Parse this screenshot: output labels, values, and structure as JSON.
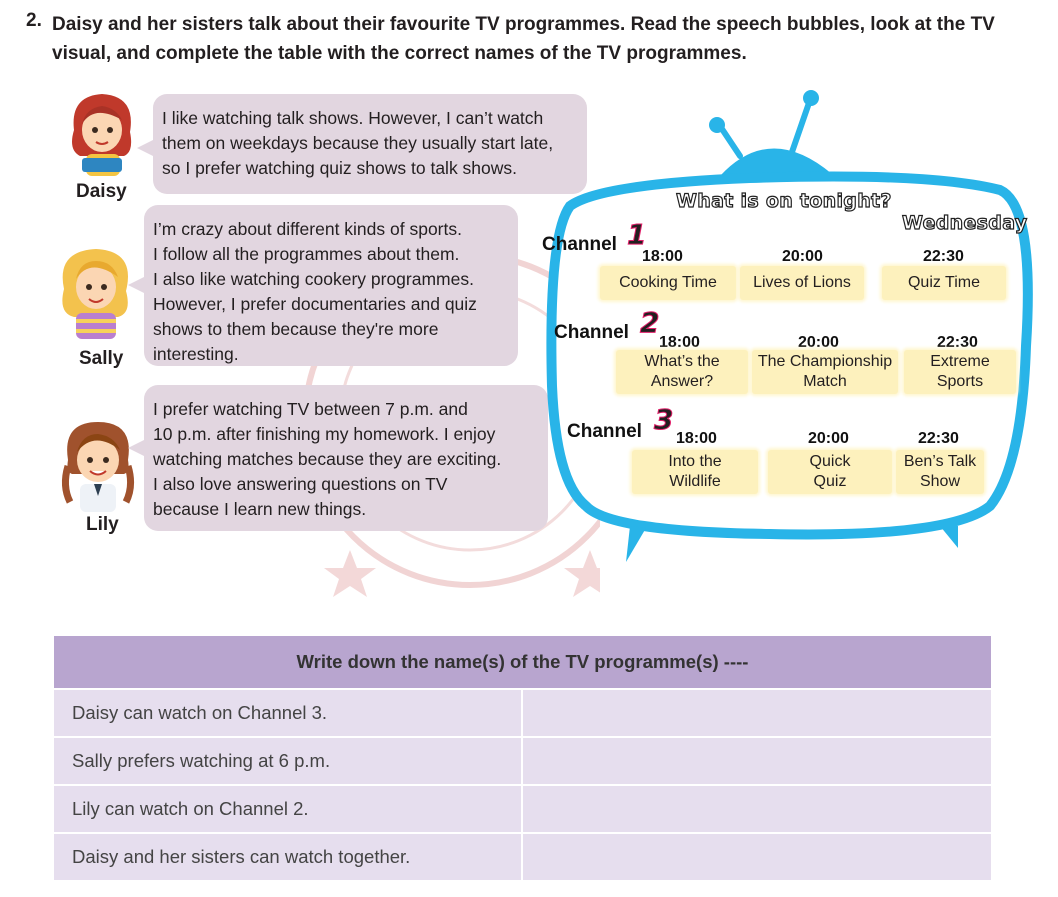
{
  "question": {
    "number": "2.",
    "text": "Daisy and her sisters talk about their favourite TV programmes. Read the speech bubbles, look at the TV visual, and complete the table with the correct names of the TV programmes."
  },
  "kids": [
    {
      "name": "Daisy",
      "lines": [
        "I like watching talk shows. However, I can’t watch",
        "them on weekdays because they usually start late,",
        "so I prefer watching quiz shows to talk shows."
      ]
    },
    {
      "name": "Sally",
      "lines": [
        "I’m crazy about different kinds of sports.",
        "I follow all the programmes about them.",
        "I also like watching cookery programmes.",
        "However, I prefer documentaries and quiz",
        "shows to them because they're more",
        "interesting."
      ]
    },
    {
      "name": "Lily",
      "lines": [
        "I prefer watching TV between 7 p.m. and",
        "10 p.m. after finishing my homework. I enjoy",
        "watching matches because they are exciting.",
        "I also love answering questions on TV",
        "because I learn new things."
      ]
    }
  ],
  "tv": {
    "title": "What is on tonight?",
    "day": "Wednesday",
    "channel_label": "Channel",
    "channels": [
      {
        "number": "1",
        "times": [
          "18:00",
          "20:00",
          "22:30"
        ],
        "programmes": [
          "Cooking Time",
          "Lives of Lions",
          "Quiz Time"
        ]
      },
      {
        "number": "2",
        "times": [
          "18:00",
          "20:00",
          "22:30"
        ],
        "programmes": [
          "What’s the\nAnswer?",
          "The Championship\nMatch",
          "Extreme\nSports"
        ]
      },
      {
        "number": "3",
        "times": [
          "18:00",
          "20:00",
          "22:30"
        ],
        "programmes": [
          "Into the\nWildlife",
          "Quick\nQuiz",
          "Ben’s Talk\nShow"
        ]
      }
    ]
  },
  "table": {
    "header": "Write down the name(s) of the TV programme(s) ----",
    "rows": [
      "Daisy can watch on Channel 3.",
      "Sally prefers watching at 6 p.m.",
      "Lily can watch on Channel 2.",
      "Daisy and her sisters can watch together."
    ]
  },
  "colors": {
    "bubble": "#e2d6e0",
    "tv_frame": "#29b4e8",
    "programme_card": "#fdf1bd",
    "table_header": "#b8a5cf",
    "table_cell": "#e6deee"
  }
}
